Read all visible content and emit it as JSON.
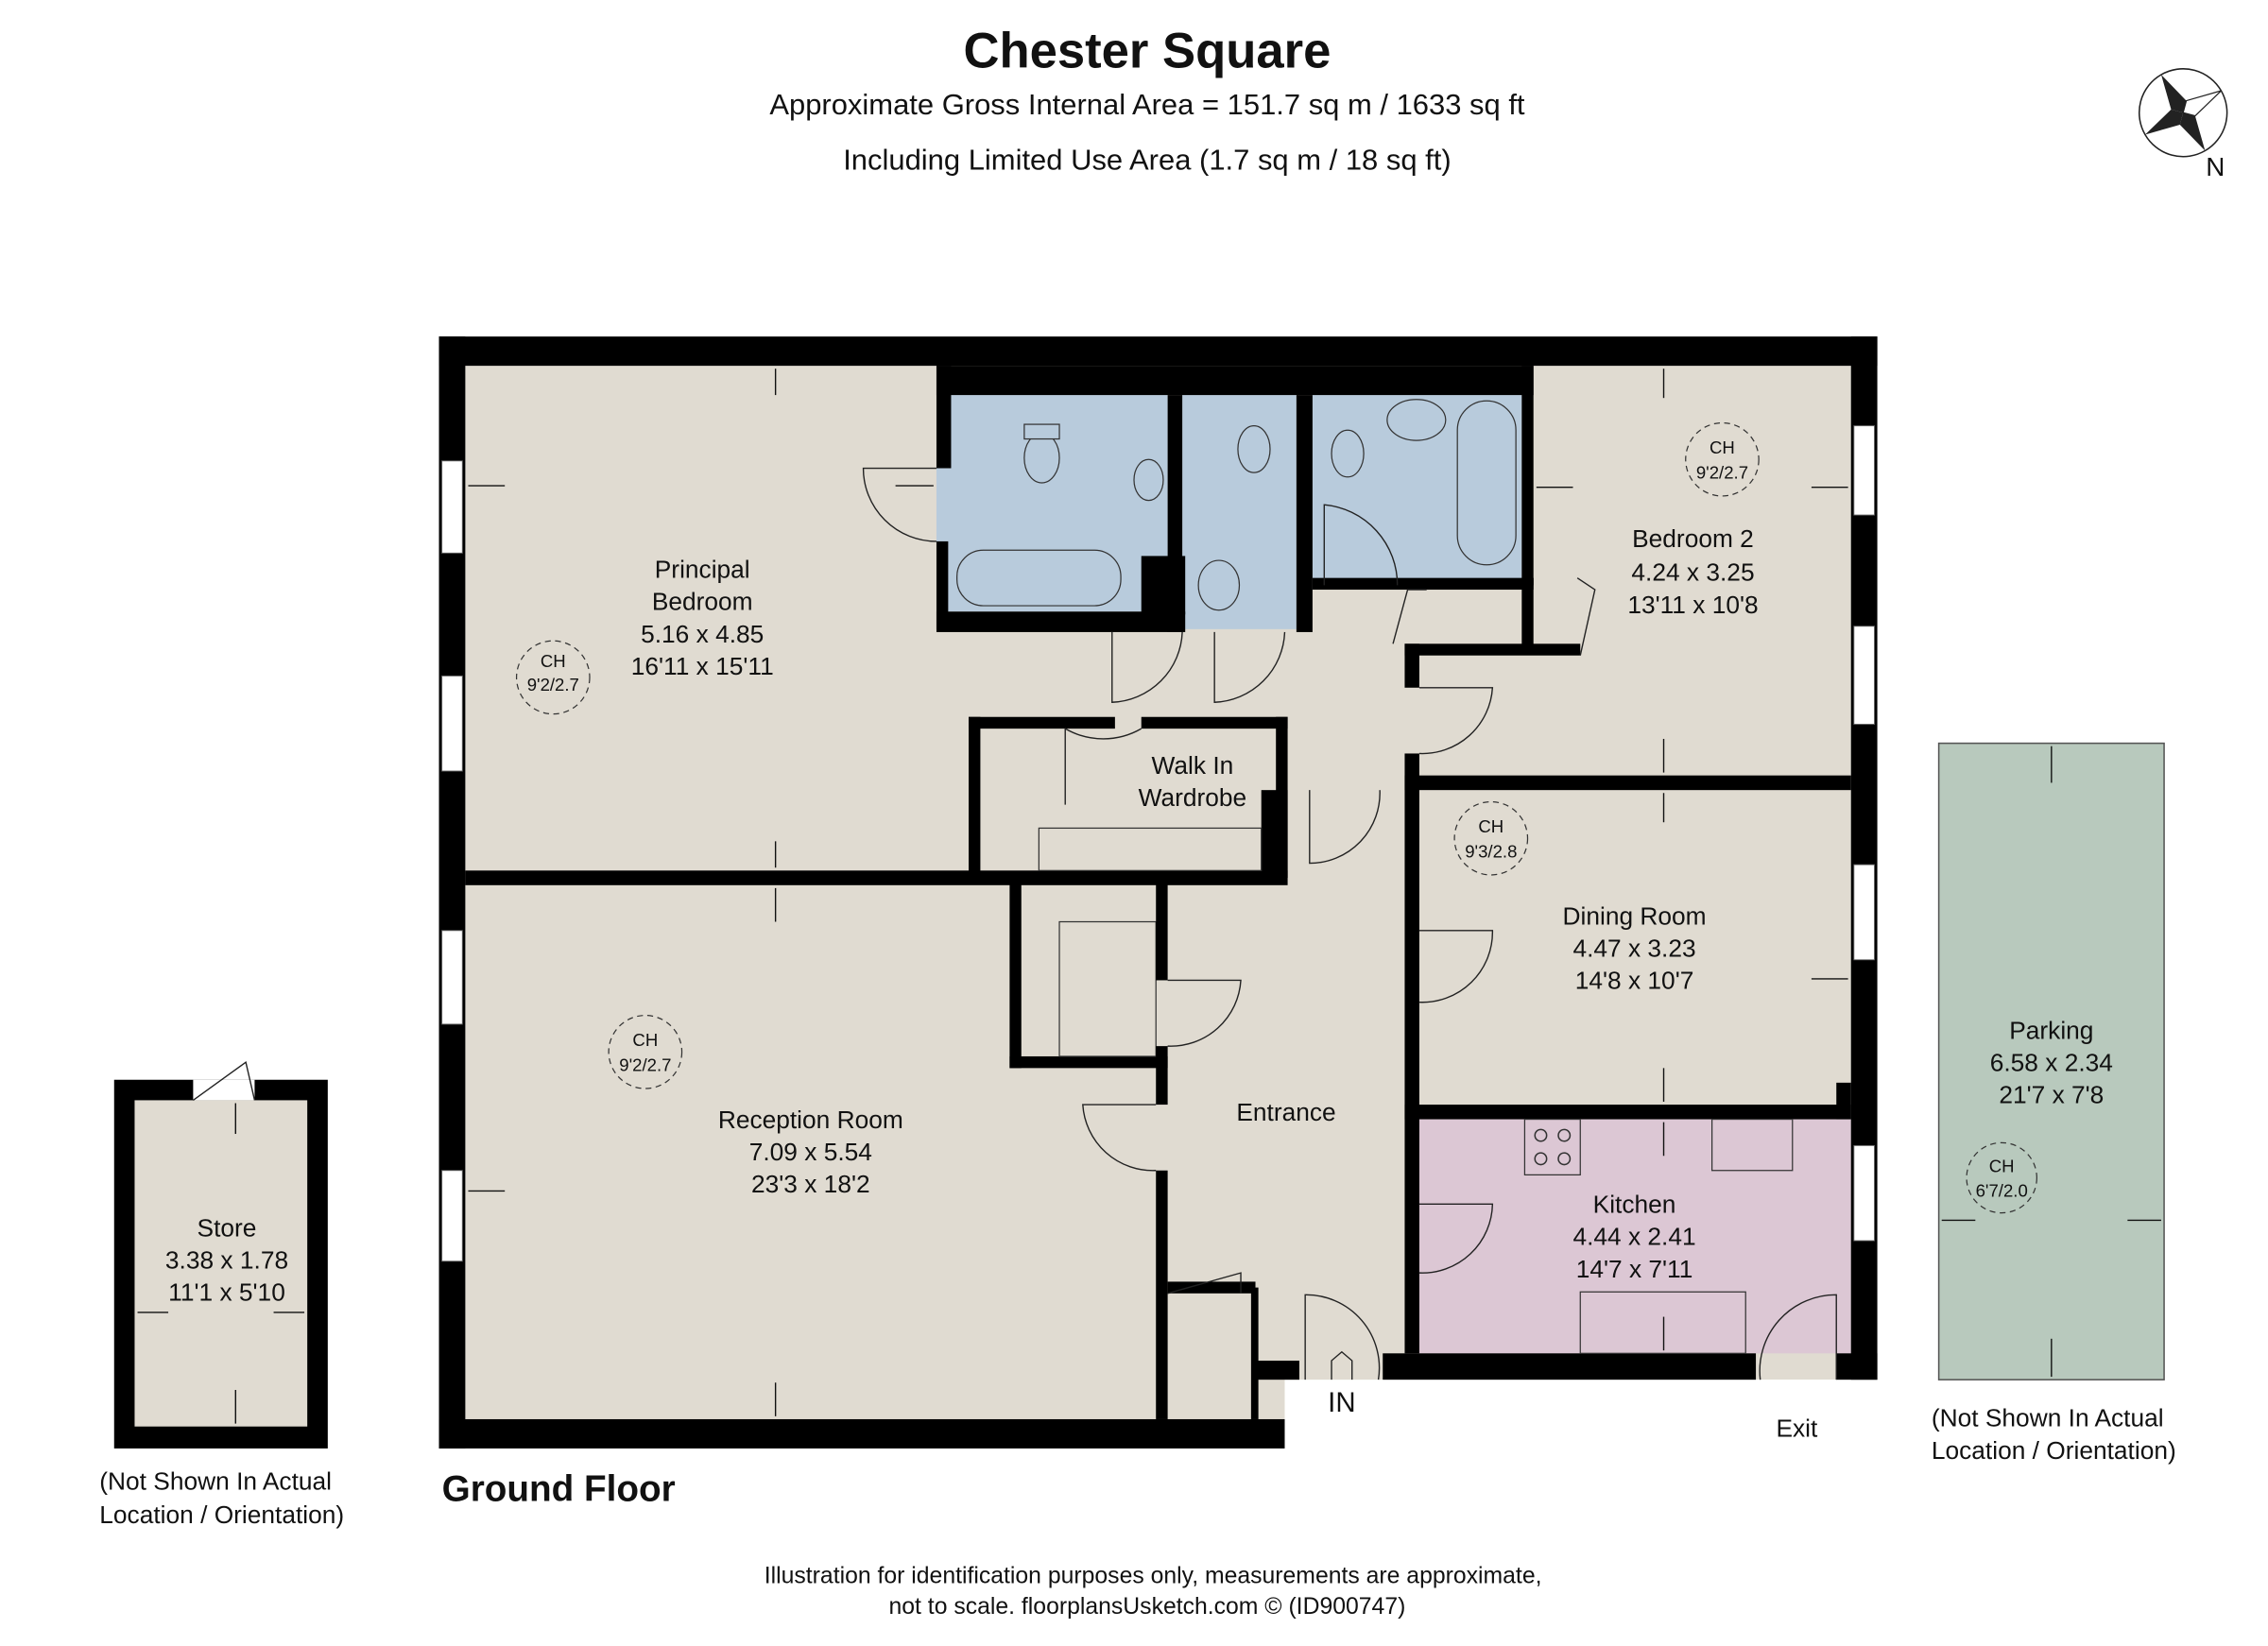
{
  "header": {
    "title": "Chester Square",
    "area_line": "Approximate Gross Internal Area = 151.7 sq m / 1633 sq ft",
    "limited_use_line": "Including Limited Use Area (1.7 sq m / 18 sq ft)"
  },
  "compass": {
    "icon": "north-compass-icon",
    "label": "N"
  },
  "rooms": {
    "principal_bedroom": {
      "name1": "Principal",
      "name2": "Bedroom",
      "metric": "5.16 x 4.85",
      "imperial": "16'11 x 15'11",
      "ch": "9'2/2.7"
    },
    "bedroom2": {
      "name": "Bedroom 2",
      "metric": "4.24 x 3.25",
      "imperial": "13'11 x 10'8",
      "ch": "9'2/2.7"
    },
    "walk_in_wardrobe": {
      "name1": "Walk In",
      "name2": "Wardrobe"
    },
    "dining_room": {
      "name": "Dining Room",
      "metric": "4.47 x 3.23",
      "imperial": "14'8 x 10'7",
      "ch": "9'3/2.8"
    },
    "reception_room": {
      "name": "Reception Room",
      "metric": "7.09 x 5.54",
      "imperial": "23'3 x 18'2",
      "ch": "9'2/2.7"
    },
    "entrance": {
      "name": "Entrance"
    },
    "kitchen": {
      "name": "Kitchen",
      "metric": "4.44 x 2.41",
      "imperial": "14'7 x 7'11"
    },
    "store": {
      "name": "Store",
      "metric": "3.38 x 1.78",
      "imperial": "11'1 x 5'10"
    },
    "parking": {
      "name": "Parking",
      "metric": "6.58 x 2.34",
      "imperial": "21'7 x 7'8",
      "ch": "6'7/2.0"
    }
  },
  "ch_label": "CH",
  "labels": {
    "in": "IN",
    "exit": "Exit",
    "floor": "Ground Floor",
    "store_note1": "(Not Shown In Actual",
    "store_note2": "Location / Orientation)",
    "parking_note1": "(Not Shown In Actual",
    "parking_note2": "Location / Orientation)"
  },
  "footer": {
    "line1": "Illustration for identification purposes only, measurements are approximate,",
    "line2": "not to scale. floorplansUsketch.com © (ID900747)"
  },
  "colors": {
    "room": "#e0dbd1",
    "bathroom": "#b8cbdc",
    "kitchen": "#dcc7d4",
    "parking": "#b8c9bd",
    "wall": "#000000"
  }
}
